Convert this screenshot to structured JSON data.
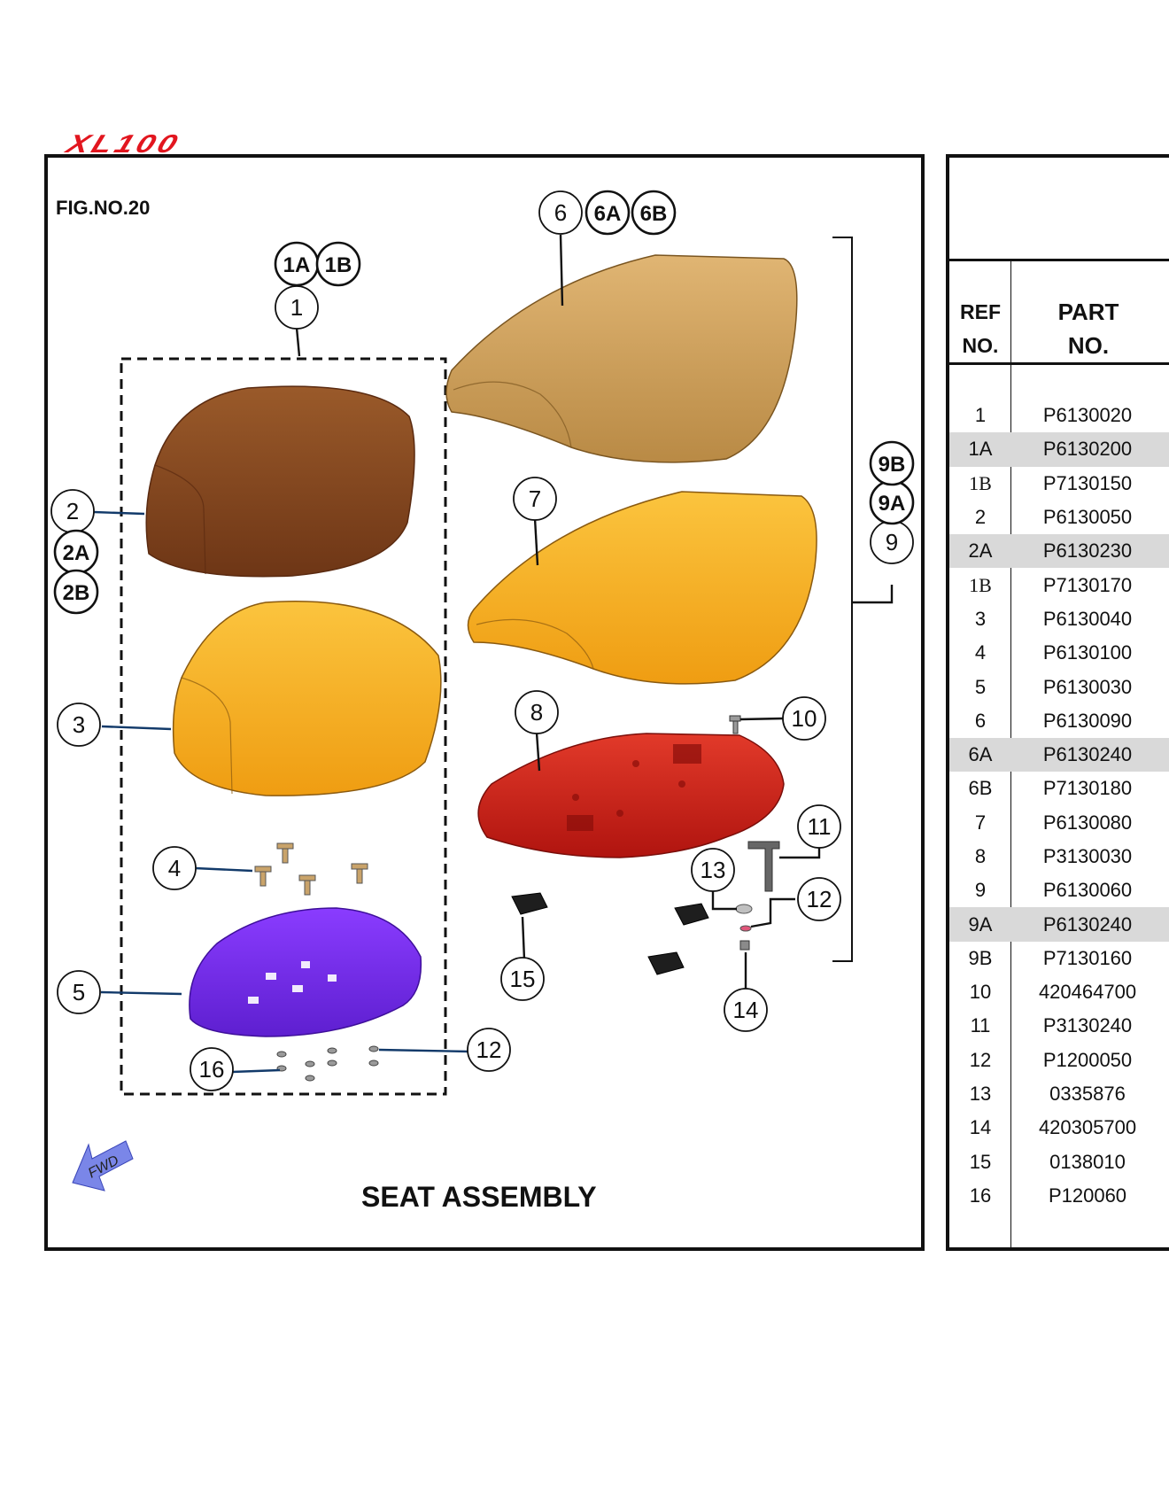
{
  "logo_text": "XL100",
  "figure": {
    "fig_no": "FIG.NO.20",
    "title": "SEAT ASSEMBLY",
    "fwd_label": "FWD"
  },
  "callouts": [
    {
      "id": "c1",
      "label": "1",
      "style": "thin"
    },
    {
      "id": "c1A",
      "label": "1A",
      "style": "bold"
    },
    {
      "id": "c1B",
      "label": "1B",
      "style": "bold"
    },
    {
      "id": "c2",
      "label": "2",
      "style": "thin"
    },
    {
      "id": "c2A",
      "label": "2A",
      "style": "bold"
    },
    {
      "id": "c2B",
      "label": "2B",
      "style": "bold"
    },
    {
      "id": "c3",
      "label": "3",
      "style": "thin"
    },
    {
      "id": "c4",
      "label": "4",
      "style": "thin"
    },
    {
      "id": "c5",
      "label": "5",
      "style": "thin"
    },
    {
      "id": "c6",
      "label": "6",
      "style": "thin"
    },
    {
      "id": "c6A",
      "label": "6A",
      "style": "bold"
    },
    {
      "id": "c6B",
      "label": "6B",
      "style": "bold"
    },
    {
      "id": "c7",
      "label": "7",
      "style": "thin"
    },
    {
      "id": "c8",
      "label": "8",
      "style": "thin"
    },
    {
      "id": "c9",
      "label": "9",
      "style": "thin"
    },
    {
      "id": "c9A",
      "label": "9A",
      "style": "bold"
    },
    {
      "id": "c9B",
      "label": "9B",
      "style": "bold"
    },
    {
      "id": "c10",
      "label": "10",
      "style": "thin"
    },
    {
      "id": "c11",
      "label": "11",
      "style": "thin"
    },
    {
      "id": "c12a",
      "label": "12",
      "style": "thin"
    },
    {
      "id": "c12b",
      "label": "12",
      "style": "thin"
    },
    {
      "id": "c13",
      "label": "13",
      "style": "thin"
    },
    {
      "id": "c14",
      "label": "14",
      "style": "thin"
    },
    {
      "id": "c15",
      "label": "15",
      "style": "thin"
    },
    {
      "id": "c16",
      "label": "16",
      "style": "thin"
    }
  ],
  "parts_table": {
    "header_ref_line1": "REF",
    "header_ref_line2": "NO.",
    "header_part_line1": "PART",
    "header_part_line2": "NO.",
    "rows": [
      {
        "ref": "1",
        "part": "P6130020",
        "shaded": false
      },
      {
        "ref": "1A",
        "part": "P6130200",
        "shaded": true
      },
      {
        "ref": "1B",
        "part": "P7130150",
        "shaded": false,
        "serif": true
      },
      {
        "ref": "2",
        "part": "P6130050",
        "shaded": false
      },
      {
        "ref": "2A",
        "part": "P6130230",
        "shaded": true
      },
      {
        "ref": "1B",
        "part": "P7130170",
        "shaded": false,
        "serif": true
      },
      {
        "ref": "3",
        "part": "P6130040",
        "shaded": false
      },
      {
        "ref": "4",
        "part": "P6130100",
        "shaded": false
      },
      {
        "ref": "5",
        "part": "P6130030",
        "shaded": false
      },
      {
        "ref": "6",
        "part": "P6130090",
        "shaded": false
      },
      {
        "ref": "6A",
        "part": "P6130240",
        "shaded": true
      },
      {
        "ref": "6B",
        "part": "P7130180",
        "shaded": false
      },
      {
        "ref": "7",
        "part": "P6130080",
        "shaded": false
      },
      {
        "ref": "8",
        "part": "P3130030",
        "shaded": false
      },
      {
        "ref": "9",
        "part": "P6130060",
        "shaded": false
      },
      {
        "ref": "9A",
        "part": "P6130240",
        "shaded": true
      },
      {
        "ref": "9B",
        "part": "P7130160",
        "shaded": false
      },
      {
        "ref": "10",
        "part": "420464700",
        "shaded": false
      },
      {
        "ref": "11",
        "part": "P3130240",
        "shaded": false
      },
      {
        "ref": "12",
        "part": "P1200050",
        "shaded": false
      },
      {
        "ref": "13",
        "part": "0335876",
        "shaded": false
      },
      {
        "ref": "14",
        "part": "420305700",
        "shaded": false
      },
      {
        "ref": "15",
        "part": "0138010",
        "shaded": false
      },
      {
        "ref": "16",
        "part": "P120060",
        "shaded": false
      }
    ]
  },
  "colors": {
    "logo_red": "#e2161f",
    "seat_brown": "#8a4a22",
    "seat_tan": "#d6a860",
    "foam_orange": "#f4ac22",
    "base_red": "#d4201c",
    "base_purple": "#7a2cf0",
    "arrow_blue": "#7a86e8",
    "row_shade": "#d9d9d9"
  }
}
